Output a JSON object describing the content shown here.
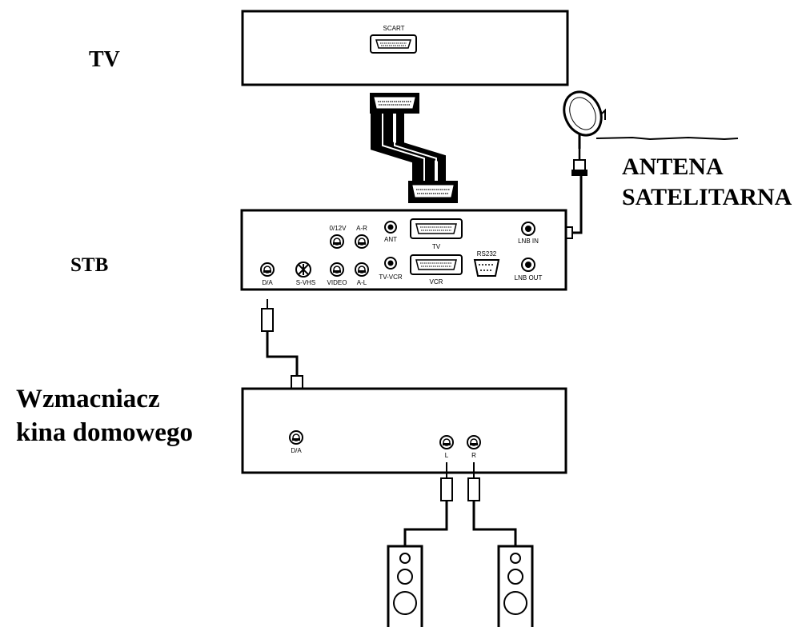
{
  "labels": {
    "tv": "TV",
    "stb": "STB",
    "amplifier_line1": "Wzmacniacz",
    "amplifier_line2": "kina domowego",
    "antenna_line1": "ANTENA",
    "antenna_line2": "SATELITARNA"
  },
  "tv": {
    "scart_label": "SCART"
  },
  "stb": {
    "ports": {
      "v0_12": "0/12V",
      "a_r": "A-R",
      "ant": "ANT",
      "tv": "TV",
      "lnb_in": "LNB IN",
      "da": "D/A",
      "s_vhs": "S-VHS",
      "video": "VIDEO",
      "a_l": "A-L",
      "tv_vcr": "TV-VCR",
      "vcr": "VCR",
      "rs232": "RS232",
      "lnb_out": "LNB OUT"
    }
  },
  "amplifier": {
    "ports": {
      "da": "D/A",
      "l": "L",
      "r": "R"
    }
  }
}
